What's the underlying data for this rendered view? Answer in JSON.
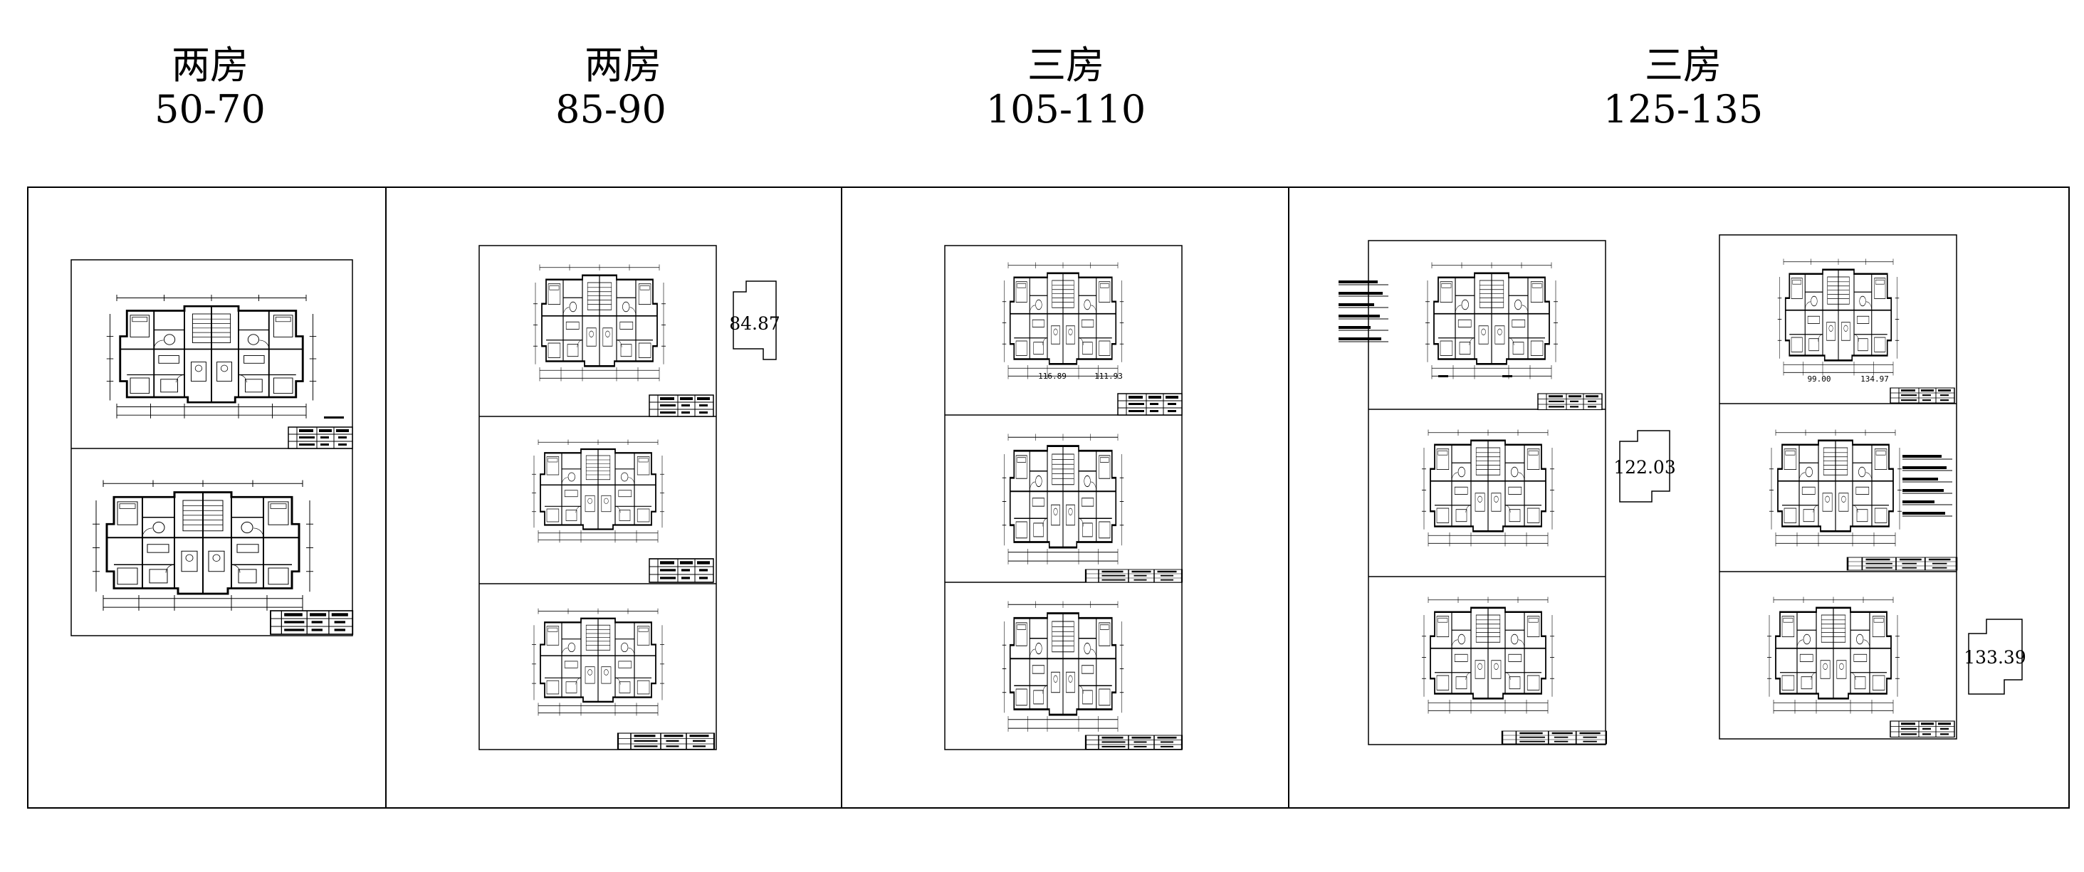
{
  "columns": [
    {
      "type_label": "两房",
      "range_label": "50-70"
    },
    {
      "type_label": "两房",
      "range_label": "85-90"
    },
    {
      "type_label": "三房",
      "range_label": "105-110"
    },
    {
      "type_label": "三房",
      "range_label": "125-135"
    }
  ],
  "area_boxes": {
    "col2": "84.87",
    "col4a": "122.03",
    "col4b": "133.39"
  },
  "plan_values": {
    "col3_left": "116.89",
    "col3_right": "111.93",
    "col4b_left": "99.00",
    "col4b_right": "134.97"
  }
}
